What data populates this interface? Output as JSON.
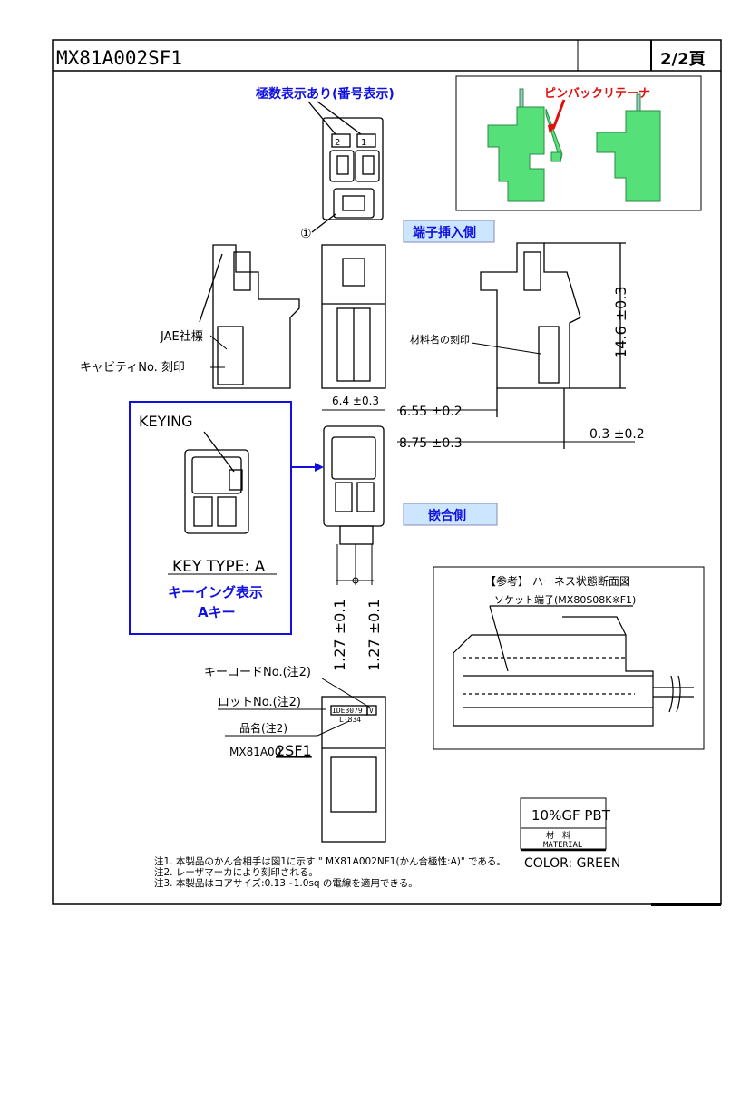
{
  "header": {
    "part_number": "MX81A002SF1",
    "page": "2/2頁"
  },
  "labels": {
    "multi_display": "極数表示あり(番号表示)",
    "pin_numbers": [
      "2",
      "1"
    ],
    "circle_one": "①",
    "terminal_insert_side": "端子挿入側",
    "mating_side": "嵌合側",
    "jae_logo": "JAE社標",
    "cavity_no": "キャビティNo. 刻印",
    "material_mark": "材料名の刻印",
    "keying": "KEYING",
    "key_type": "KEY TYPE: A",
    "keying_display": "キーイング表示",
    "a_key": "Aキー",
    "pin_back_retainer": "ピンバックリテーナ",
    "key_code": "キーコードNo.(注2)",
    "lot_no": "ロットNo.(注2)",
    "product_name": "品名(注2)",
    "part_marking_prefix": "MX81A00",
    "part_marking_suffix": "2SF1",
    "lot_code": "IDE3079",
    "lot_code2": "L·834",
    "key_code_mark": "V"
  },
  "dimensions": {
    "d1": "6.4 ±0.3",
    "d2": "6.55 ±0.2",
    "d3": "8.75 ±0.3",
    "d4": "0.3 ±0.2",
    "d5": "14.6 ±0.3",
    "d6": "1.27 ±0.1",
    "d7": "1.27 ±0.1"
  },
  "reference": {
    "title": "【参考】 ハーネス状態断面図",
    "socket": "ソケット端子(MX80S08K※F1)"
  },
  "material": {
    "value": "10%GF PBT",
    "label_jp": "材　料",
    "label_en": "MATERIAL",
    "color": "COLOR: GREEN"
  },
  "notes": [
    "注1. 本製品のかん合相手は図1に示す \" MX81A002NF1(かん合極性:A)\" である。",
    "注2. レーザマーカにより刻印される。",
    "注3. 本製品はコアサイズ:0.13~1.0sq の電線を適用できる。"
  ],
  "colors": {
    "blue": "#1010e0",
    "label_bg": "#cce6ff",
    "green": "#55e07a",
    "red": "#e01010"
  }
}
